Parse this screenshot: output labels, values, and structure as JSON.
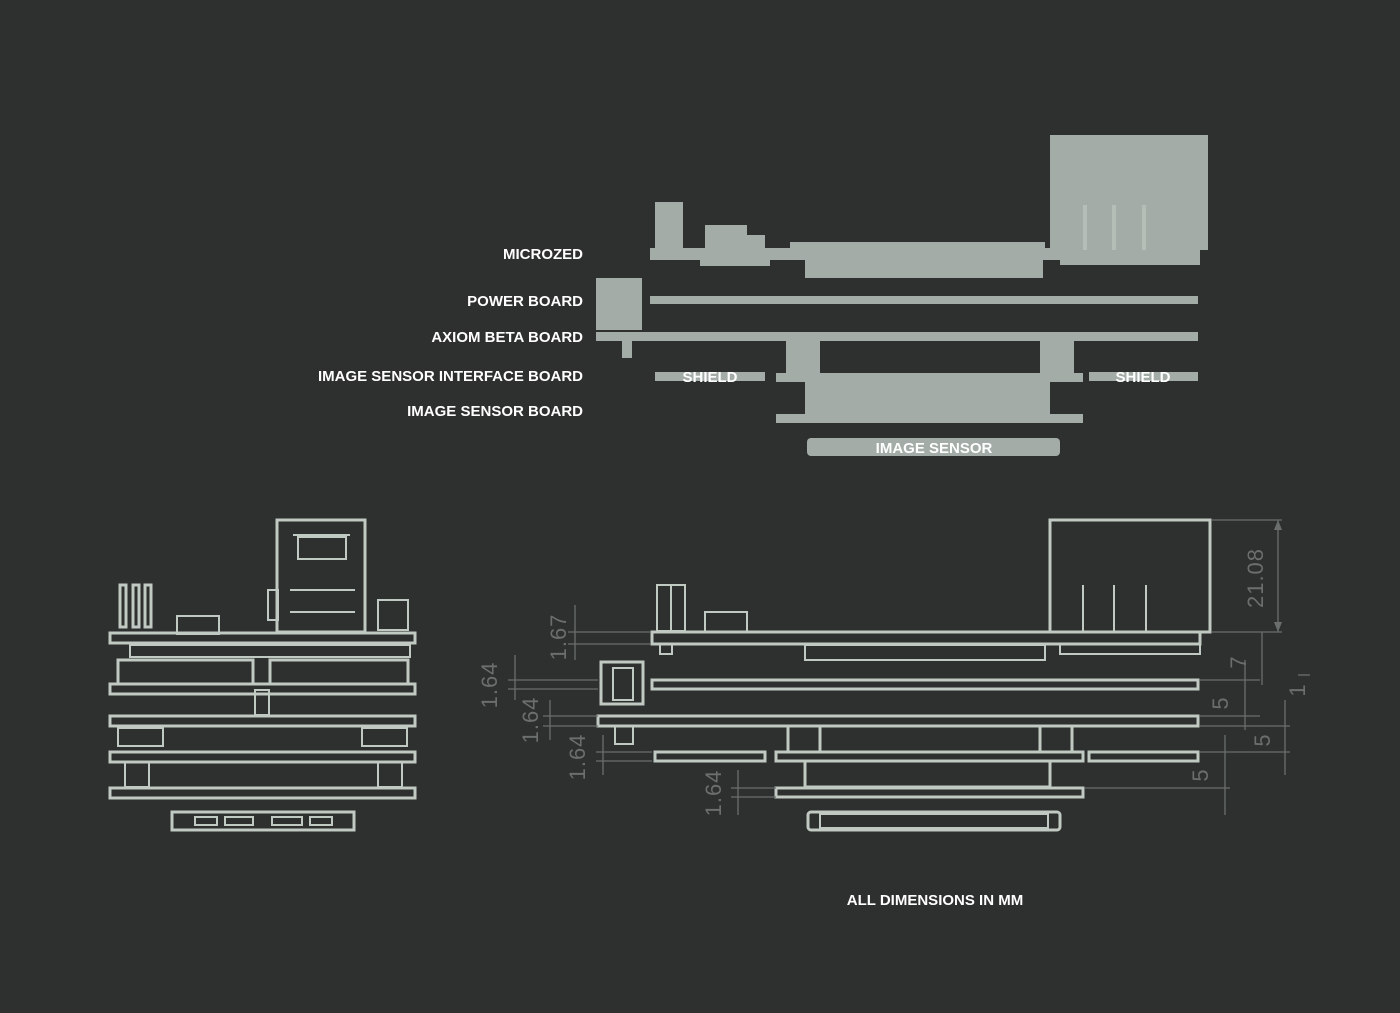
{
  "labels": {
    "microzed": "MICROZED",
    "power_board": "POWER BOARD",
    "axiom_beta_board": "AXIOM BETA BOARD",
    "image_sensor_interface_board": "IMAGE SENSOR INTERFACE BOARD",
    "image_sensor_board": "IMAGE SENSOR BOARD",
    "shield_left": "SHIELD",
    "shield_right": "SHIELD",
    "image_sensor": "IMAGE SENSOR"
  },
  "dimensions": {
    "d_2108": "21.08",
    "d_167": "1.67",
    "d_164_a": "1.64",
    "d_164_b": "1.64",
    "d_164_c": "1.64",
    "d_164_d": "1.64",
    "d_7": "7",
    "d_5_a": "5",
    "d_5_b": "5",
    "d_5_c": "5",
    "d_1": "1"
  },
  "footer": {
    "note": "ALL DIMENSIONS IN MM"
  },
  "colors": {
    "background": "#2e302f",
    "part_fill": "#a3aca6",
    "outline": "#c1c9c3",
    "dimension": "#6a6e6c",
    "label": "#ffffff"
  }
}
